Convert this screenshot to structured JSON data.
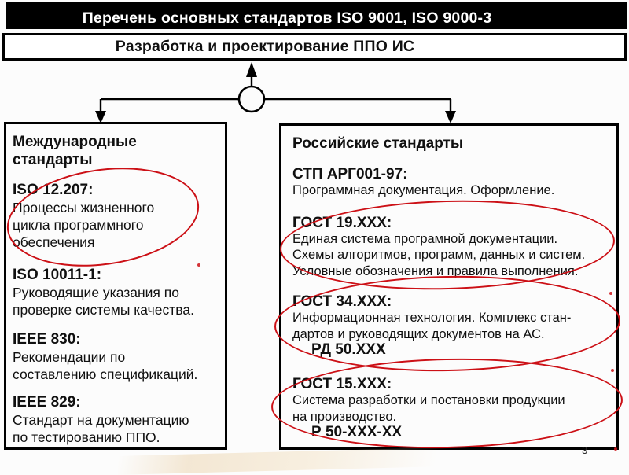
{
  "title_bar": {
    "text": "Перечень основных стандартов ISO 9001, ISO 9000-3"
  },
  "subtitle_bar": {
    "text": "Разработка и проектирование ППО ИС"
  },
  "left_box": {
    "header": "Международные\nстандарты",
    "items": [
      {
        "id": "ISO 12.207:",
        "desc": "Процессы жизненного\nцикла программного\nобеспечения",
        "circled": true
      },
      {
        "id": "ISO 10011-1:",
        "desc": "Руководящие указания по\nпроверке системы качества.",
        "circled": false
      },
      {
        "id": "IEEE 830:",
        "desc": "Рекомендации по\nсоставлению спецификаций.",
        "circled": false
      },
      {
        "id": "IEEE 829:",
        "desc": "Стандарт на документацию\nпо тестированию ППО.",
        "circled": false
      }
    ]
  },
  "right_box": {
    "header": "Российские стандарты",
    "items": [
      {
        "id": "СТП АРГ001-97:",
        "desc": "Программная документация. Оформление.",
        "sub": "",
        "circled": false
      },
      {
        "id": "ГОСТ 19.XXX:",
        "desc": "Единая система програмной документации.\nСхемы алгоритмов, программ, данных и систем.\nУсловные обозначения и правила выполнения.",
        "sub": "",
        "circled": true
      },
      {
        "id": "ГОСТ 34.XXX:",
        "desc": "Информационная технология. Комплекс стан-\nдартов и руководящих документов на АС.",
        "sub": "РД 50.XXX",
        "circled": true
      },
      {
        "id": "ГОСТ 15.XXX:",
        "desc": "Система разработки и постановки продукции\nна производство.",
        "sub": "Р 50-XXX-XX",
        "circled": true
      }
    ]
  },
  "page_number": "3",
  "colors": {
    "highlight_red": "#cc1016",
    "bar_black": "#000000"
  }
}
